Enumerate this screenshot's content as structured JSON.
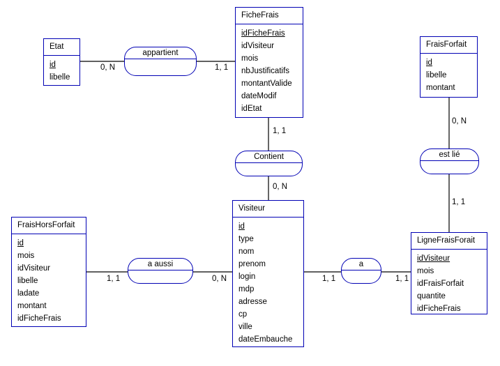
{
  "entities": {
    "etat": {
      "name": "Etat",
      "attributes": [
        {
          "label": "id",
          "key": true
        },
        {
          "label": "libelle",
          "key": false
        }
      ]
    },
    "fiche_frais": {
      "name": "FicheFrais",
      "attributes": [
        {
          "label": "idFicheFrais",
          "key": true
        },
        {
          "label": "idVisiteur",
          "key": false
        },
        {
          "label": "mois",
          "key": false
        },
        {
          "label": "nbJustificatifs",
          "key": false
        },
        {
          "label": "montantValide",
          "key": false
        },
        {
          "label": "dateModif",
          "key": false
        },
        {
          "label": "idEtat",
          "key": false
        }
      ]
    },
    "frais_forfait": {
      "name": "FraisForfait",
      "attributes": [
        {
          "label": "id",
          "key": true
        },
        {
          "label": "libelle",
          "key": false
        },
        {
          "label": "montant",
          "key": false
        }
      ]
    },
    "frais_hors_forfait": {
      "name": "FraisHorsForfait",
      "attributes": [
        {
          "label": "id",
          "key": true
        },
        {
          "label": "mois",
          "key": false
        },
        {
          "label": "idVisiteur",
          "key": false
        },
        {
          "label": "libelle",
          "key": false
        },
        {
          "label": "ladate",
          "key": false
        },
        {
          "label": "montant",
          "key": false
        },
        {
          "label": "idFicheFrais",
          "key": false
        }
      ]
    },
    "visiteur": {
      "name": "Visiteur",
      "attributes": [
        {
          "label": "id",
          "key": true
        },
        {
          "label": "type",
          "key": false
        },
        {
          "label": "nom",
          "key": false
        },
        {
          "label": "prenom",
          "key": false
        },
        {
          "label": "login",
          "key": false
        },
        {
          "label": "mdp",
          "key": false
        },
        {
          "label": "adresse",
          "key": false
        },
        {
          "label": "cp",
          "key": false
        },
        {
          "label": "ville",
          "key": false
        },
        {
          "label": "dateEmbauche",
          "key": false
        }
      ]
    },
    "ligne_frais_forfait": {
      "name": "LigneFraisForait",
      "attributes": [
        {
          "label": "idVisiteur",
          "key": true
        },
        {
          "label": "mois",
          "key": false
        },
        {
          "label": "idFraisForfait",
          "key": false
        },
        {
          "label": "quantite",
          "key": false
        },
        {
          "label": "idFicheFrais",
          "key": false
        }
      ]
    }
  },
  "associations": {
    "appartient": "appartient",
    "contient": "Contient",
    "est_lie": "est lié",
    "a_aussi": "a aussi",
    "a": "a"
  },
  "cardinalities": {
    "etat_appartient": "0, N",
    "fiche_appartient": "1, 1",
    "fiche_contient": "1, 1",
    "visiteur_contient": "0, N",
    "frais_forfait_est_lie": "0, N",
    "ligne_est_lie": "1, 1",
    "hors_forfait_a_aussi": "1, 1",
    "visiteur_a_aussi": "0, N",
    "visiteur_a": "1, 1",
    "ligne_a": "1, 1"
  },
  "colors": {
    "border": "#0000b4",
    "link": "#000000"
  }
}
